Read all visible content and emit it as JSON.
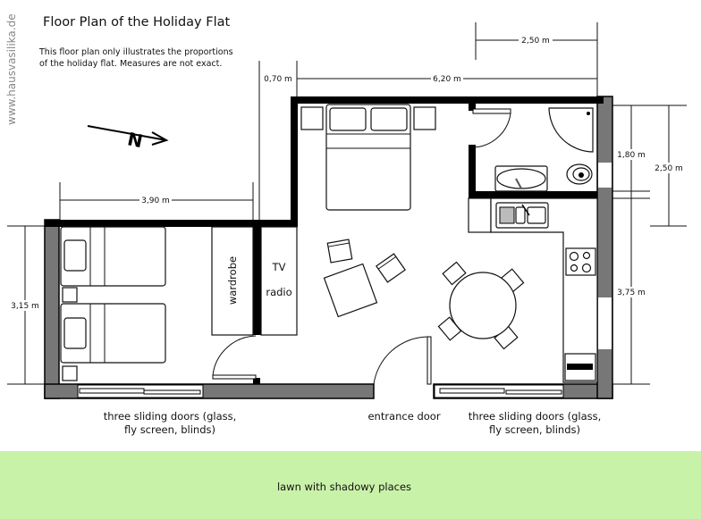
{
  "watermark": "www.hausvasilika.de",
  "title": "Floor Plan of the Holiday Flat",
  "note": [
    "This floor plan only illustrates the proportions",
    "of the holiday flat. Measures are not exact."
  ],
  "north_label": "N",
  "dimensions": {
    "top_small": "2,50 m",
    "top_total": "6,20 m",
    "offset": "0,70 m",
    "left_width": "3,90 m",
    "left_height": "3,15 m",
    "bath_height": "1,80 m",
    "right_upper": "2,50 m",
    "right_lower": "3,75 m"
  },
  "furniture": {
    "wardrobe": "wardrobe",
    "tv": "TV",
    "radio": "radio"
  },
  "labels": {
    "sliding_left": [
      "three sliding doors (glass,",
      "fly screen, blinds)"
    ],
    "entrance": "entrance door",
    "sliding_right": [
      "three sliding doors (glass,",
      "fly screen, blinds)"
    ],
    "lawn": "lawn with shadowy places"
  },
  "colors": {
    "lawn": "#c9f2a9",
    "outer_wall": "#777777",
    "inner_wall": "#000000"
  }
}
